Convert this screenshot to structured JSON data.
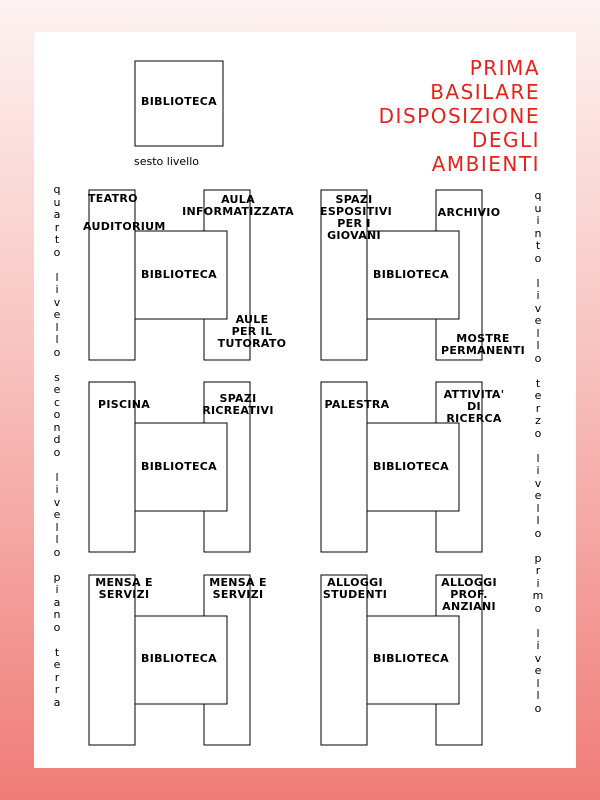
{
  "title_lines": [
    "PRIMA",
    "BASILARE",
    "DISPOSIZIONE",
    "DEGLI",
    "AMBIENTI"
  ],
  "colors": {
    "title": "#e5231b",
    "stroke": "#000000",
    "sheet": "#ffffff"
  },
  "top_block": {
    "label": "BIBLIOTECA",
    "caption": "sesto livello"
  },
  "left_vertical_label": "quarto livello secondo livello piano terra",
  "right_vertical_label": "quinto livello terzo livello primo livello",
  "floors": [
    {
      "id": "quarto",
      "core": "BIBLIOTECA",
      "labels": [
        "TEATRO",
        "AUDITORIUM",
        "AULA\nINFORMATIZZATA",
        "AULE\nPER IL\nTUTORATO"
      ]
    },
    {
      "id": "quinto",
      "core": "BIBLIOTECA",
      "labels": [
        "SPAZI\nESPOSITIVI\nPER I\nGIOVANI",
        "ARCHIVIO",
        "MOSTRE\nPERMANENTI"
      ]
    },
    {
      "id": "secondo",
      "core": "BIBLIOTECA",
      "labels": [
        "PISCINA",
        "SPAZI\nRICREATIVI"
      ]
    },
    {
      "id": "terzo",
      "core": "BIBLIOTECA",
      "labels": [
        "PALESTRA",
        "ATTIVITA'\nDI\nRICERCA"
      ]
    },
    {
      "id": "terra",
      "core": "BIBLIOTECA",
      "labels": [
        "MENSA E\nSERVIZI",
        "MENSA E\nSERVIZI"
      ]
    },
    {
      "id": "primo",
      "core": "BIBLIOTECA",
      "labels": [
        "ALLOGGI\nSTUDENTI",
        "ALLOGGI\nPROF.\nANZIANI"
      ]
    }
  ]
}
